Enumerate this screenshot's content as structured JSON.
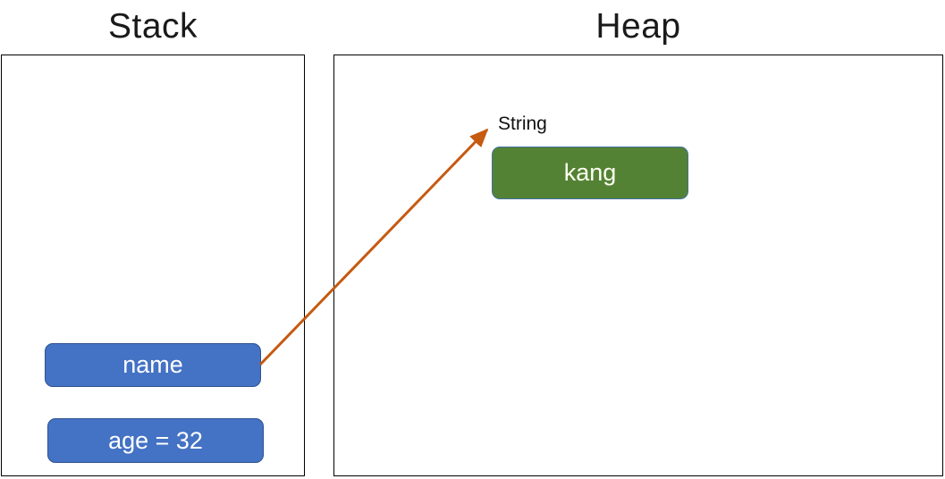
{
  "diagram": {
    "titles": {
      "stack": "Stack",
      "heap": "Heap"
    },
    "stack": {
      "variables": [
        {
          "label": "name"
        },
        {
          "label": "age = 32"
        }
      ]
    },
    "heap": {
      "type_label": "String",
      "objects": [
        {
          "label": "kang"
        }
      ]
    },
    "arrow": {
      "from": "name",
      "to": "String"
    },
    "colors": {
      "variable_fill": "#4472C4",
      "variable_border": "#2F528F",
      "object_fill": "#548235",
      "object_border": "#41719C",
      "arrow": "#C55A11",
      "container_border": "#000000",
      "chip_text": "#FFFFFF"
    }
  }
}
